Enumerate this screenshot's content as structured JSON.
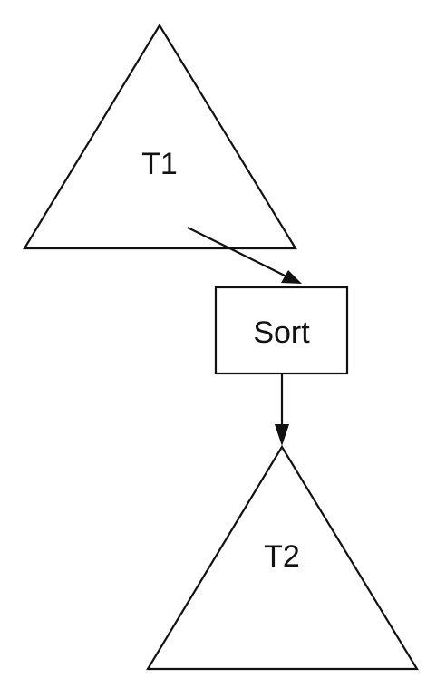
{
  "nodes": {
    "t1": {
      "label": "T1"
    },
    "sort": {
      "label": "Sort"
    },
    "t2": {
      "label": "T2"
    }
  },
  "edges": [
    {
      "from": "t1",
      "to": "sort"
    },
    {
      "from": "sort",
      "to": "t2"
    }
  ],
  "colors": {
    "stroke": "#111111",
    "background": "#ffffff"
  }
}
